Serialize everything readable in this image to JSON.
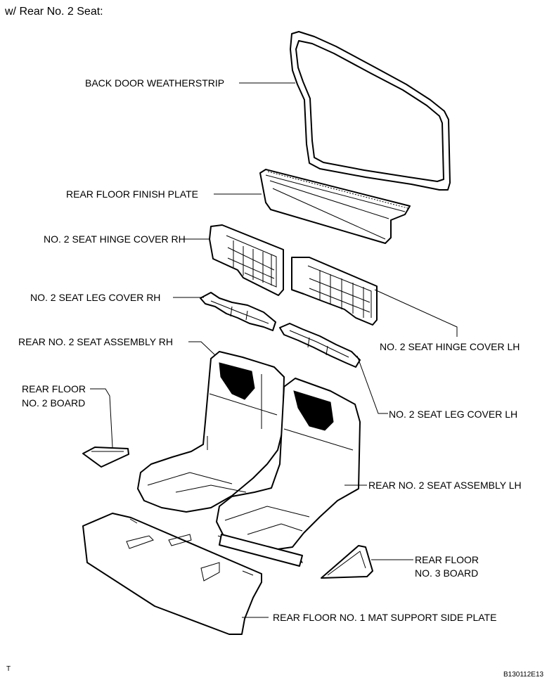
{
  "title": "w/ Rear No. 2 Seat:",
  "labels": {
    "back_door_weatherstrip": "BACK DOOR WEATHERSTRIP",
    "rear_floor_finish_plate": "REAR FLOOR FINISH PLATE",
    "hinge_cover_rh": "NO. 2 SEAT HINGE COVER RH",
    "leg_cover_rh": "NO. 2 SEAT LEG COVER RH",
    "seat_assembly_rh": "REAR NO. 2 SEAT ASSEMBLY RH",
    "hinge_cover_lh": "NO. 2 SEAT HINGE COVER LH",
    "floor_no2_board_line1": "REAR FLOOR",
    "floor_no2_board_line2": "NO. 2 BOARD",
    "leg_cover_lh": "NO. 2 SEAT LEG COVER LH",
    "seat_assembly_lh": "REAR NO. 2 SEAT ASSEMBLY LH",
    "floor_no3_board_line1": "REAR FLOOR",
    "floor_no3_board_line2": "NO. 3 BOARD",
    "mat_support_plate": "REAR FLOOR NO. 1 MAT SUPPORT SIDE PLATE"
  },
  "footer": {
    "left_mark": "T",
    "figure_code": "B130112E13"
  }
}
